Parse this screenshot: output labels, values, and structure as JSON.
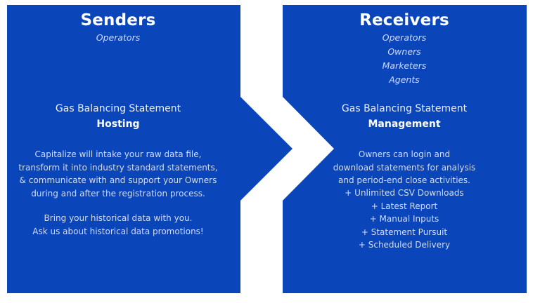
{
  "colors": {
    "panel_blue": "#0B45BA",
    "background": "#FFFFFF",
    "title_text": "#FFFFFF",
    "body_text": "#D3DDF3"
  },
  "senders": {
    "title": "Senders",
    "roles": [
      "Operators"
    ],
    "heading_line1": "Gas Balancing Statement",
    "heading_line2": "Hosting",
    "description": [
      "Capitalize will intake your raw data file,",
      "transform it into industry standard statements,",
      "& communicate with and support your Owners",
      "during and after the registration process."
    ],
    "note": [
      "Bring your historical data with you.",
      "Ask us about historical data promotions!"
    ]
  },
  "receivers": {
    "title": "Receivers",
    "roles": [
      "Operators",
      "Owners",
      "Marketers",
      "Agents"
    ],
    "heading_line1": "Gas Balancing Statement",
    "heading_line2": "Management",
    "description": [
      "Owners can login and",
      "download statements for analysis",
      "and period-end close activities."
    ],
    "features": [
      "+ Unlimited CSV Downloads",
      "+ Latest Report",
      "+ Manual Inputs",
      "+ Statement Pursuit",
      "+ Scheduled Delivery"
    ]
  }
}
